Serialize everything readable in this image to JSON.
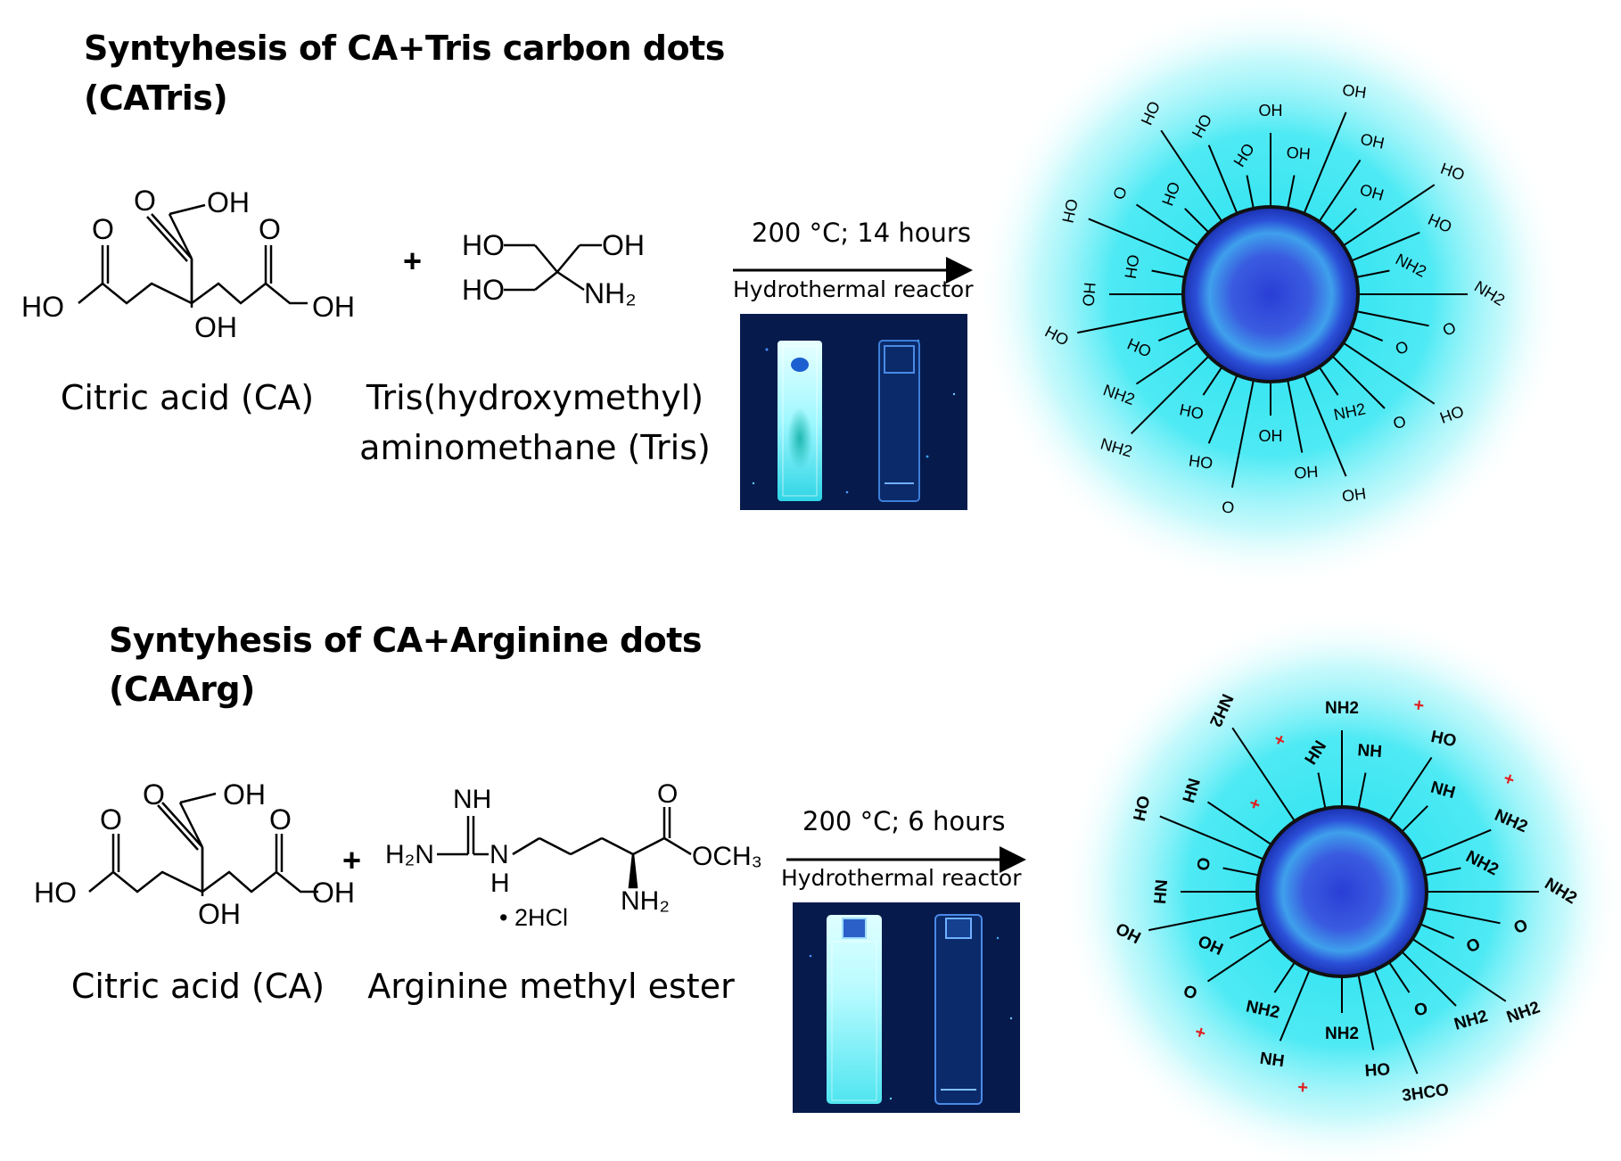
{
  "sections": [
    {
      "title_line1": "Syntyhesis of CA+Tris carbon dots",
      "title_line2": "(CATris)",
      "reagent1_name": "Citric acid (CA)",
      "reagent2_name_line1": "Tris(hydroxymethyl)",
      "reagent2_name_line2": "aminomethane (Tris)",
      "plus": "+",
      "condition": "200 °C; 14 hours",
      "process": "Hydrothermal  reactor"
    },
    {
      "title_line1": "Syntyhesis of CA+Arginine dots",
      "title_line2": "(CAArg)",
      "reagent1_name": "Citric acid (CA)",
      "reagent2_name": "Arginine methyl ester",
      "plus": "+",
      "condition": "200 °C; 6 hours",
      "process": "Hydrothermal  reactor"
    }
  ],
  "structure_labels": {
    "ca": {
      "oh_top": "OH",
      "o_top": "O",
      "o_left": "O",
      "o_right": "O",
      "ho_left": "HO",
      "oh_right": "OH",
      "oh_center": "OH"
    },
    "tris": {
      "ho1": "HO",
      "oh1": "OH",
      "ho2": "HO",
      "nh2": "NH₂"
    },
    "arg": {
      "nh": "NH",
      "h2n": "H₂N",
      "n": "N",
      "h": "H",
      "o": "O",
      "och3": "OCH₃",
      "nh2": "NH₂",
      "salt": "• 2HCl"
    }
  },
  "dot1_labels": [
    "OH",
    "OH",
    "OH",
    "OH",
    "OH",
    "HO",
    "HO",
    "NH2",
    "NH2",
    "O",
    "O",
    "HO",
    "O",
    "NH2",
    "OH",
    "OH",
    "OH",
    "O",
    "HO",
    "HO",
    "NH2",
    "NH2",
    "HO",
    "HO",
    "HO",
    "OH",
    "OH",
    "O",
    "OH",
    "OH",
    "OH",
    "OH"
  ],
  "dot2_labels": [
    "NH2",
    "NH",
    "+",
    "HO",
    "NH",
    "+",
    "NH2",
    "NH2",
    "NH2",
    "O",
    "O",
    "NH2",
    "NH2",
    "O",
    "3HCO",
    "HO",
    "NH2",
    "+",
    "NH",
    "NH2",
    "+",
    "O",
    "OH",
    "OH",
    "NH",
    "O",
    "OH",
    "NH",
    "+",
    "NH2",
    "+",
    "NH"
  ],
  "colors": {
    "core_center": "#2a3ed6",
    "core_ring": "#3fa0ec",
    "glow": "#20e0ee",
    "photo_bg": "#071a4a",
    "plus_charge": "#e02020"
  }
}
